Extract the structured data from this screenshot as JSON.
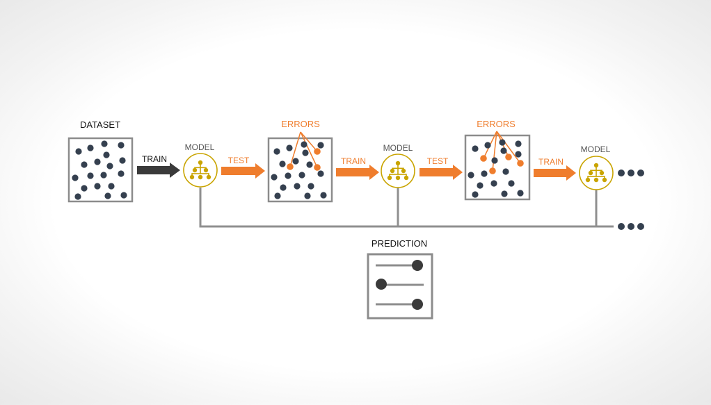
{
  "labels": {
    "dataset": "DATASET",
    "model": "MODEL",
    "train": "TRAIN",
    "test": "TEST",
    "errors": "ERRORS",
    "prediction": "PREDICTION"
  },
  "colors": {
    "dark_dot": "#35404f",
    "accent_orange": "#ef7d2d",
    "model_gold": "#c9a400",
    "box_border": "#8c8c8c",
    "line_gray": "#8f8f8f",
    "dark_arrow": "#3a3a3a"
  },
  "icons": {
    "model": "hierarchy-tree-icon",
    "prediction": "slider-list-icon",
    "continuation": "ellipsis-dots-icon"
  }
}
